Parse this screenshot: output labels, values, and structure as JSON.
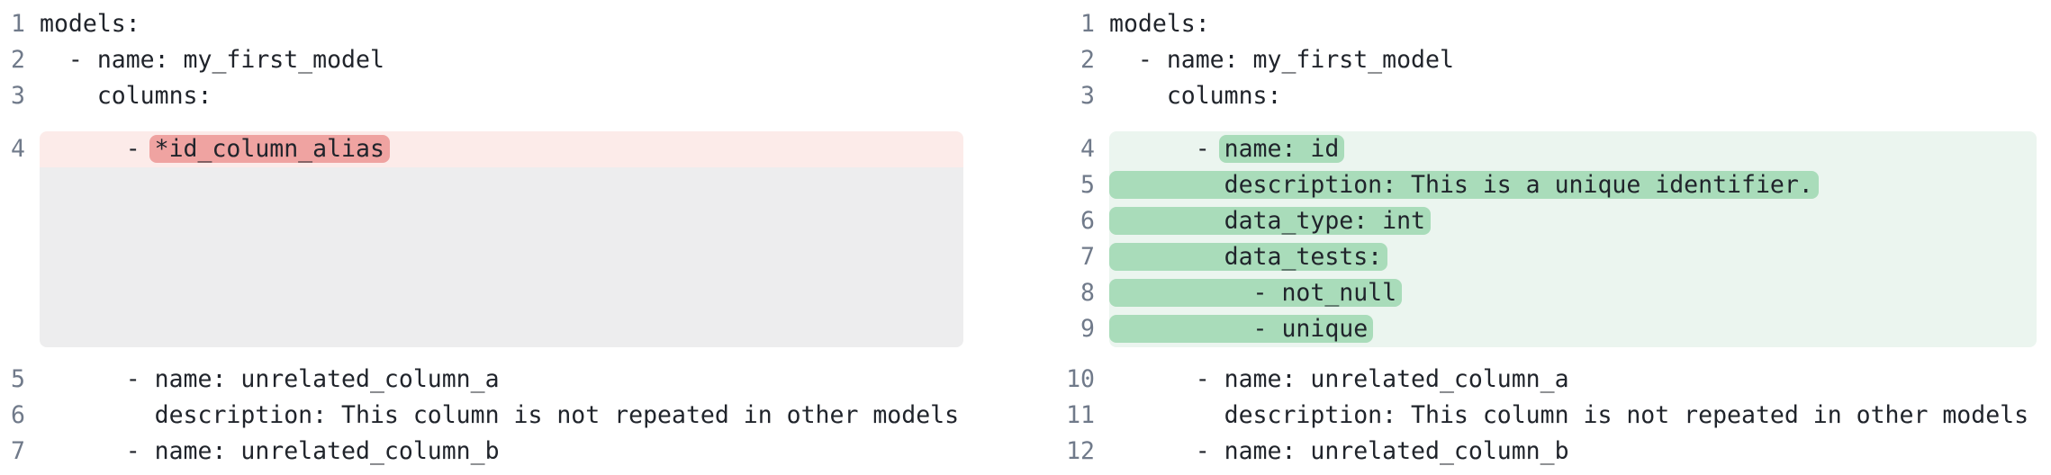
{
  "colors": {
    "removed_line_bg": "#fcebe9",
    "removed_token_bg": "#efa3a1",
    "added_line_bg": "#ebf5ef",
    "added_token_bg": "#a9dcba",
    "filler_bg": "#ededee",
    "code_text": "#20242b",
    "line_number": "#707a8a",
    "page_bg": "#ffffff"
  },
  "diff": {
    "language": "yaml",
    "panes": [
      {
        "name": "before",
        "lines": [
          {
            "num": "1",
            "segments": [
              {
                "t": "models:"
              }
            ]
          },
          {
            "num": "2",
            "segments": [
              {
                "t": "  - name: my_first_model"
              }
            ]
          },
          {
            "num": "3",
            "segments": [
              {
                "t": "    columns:"
              }
            ]
          },
          {
            "num": "4",
            "change": "removed",
            "block": "start",
            "segments": [
              {
                "t": "      - "
              },
              {
                "t": "*id_column_alias",
                "hl": true
              }
            ]
          },
          {
            "filler": true,
            "lines": 5,
            "block": "end"
          },
          {
            "num": "5",
            "segments": [
              {
                "t": "      - name: unrelated_column_a"
              }
            ]
          },
          {
            "num": "6",
            "segments": [
              {
                "t": "        description: This column is not repeated in other models"
              }
            ]
          },
          {
            "num": "7",
            "segments": [
              {
                "t": "      - name: unrelated_column_b"
              }
            ]
          }
        ]
      },
      {
        "name": "after",
        "lines": [
          {
            "num": "1",
            "segments": [
              {
                "t": "models:"
              }
            ]
          },
          {
            "num": "2",
            "segments": [
              {
                "t": "  - name: my_first_model"
              }
            ]
          },
          {
            "num": "3",
            "segments": [
              {
                "t": "    columns:"
              }
            ]
          },
          {
            "num": "4",
            "change": "added",
            "block": "start",
            "segments": [
              {
                "t": "      - "
              },
              {
                "t": "name: id",
                "hl": true
              }
            ]
          },
          {
            "num": "5",
            "change": "added",
            "segments": [
              {
                "t": "        description: This is a unique identifier.",
                "hl": true,
                "full": true
              }
            ]
          },
          {
            "num": "6",
            "change": "added",
            "segments": [
              {
                "t": "        data_type: int",
                "hl": true,
                "full": true
              }
            ]
          },
          {
            "num": "7",
            "change": "added",
            "segments": [
              {
                "t": "        data_tests:",
                "hl": true,
                "full": true
              }
            ]
          },
          {
            "num": "8",
            "change": "added",
            "segments": [
              {
                "t": "          - not_null",
                "hl": true,
                "full": true
              }
            ]
          },
          {
            "num": "9",
            "change": "added",
            "block": "end",
            "segments": [
              {
                "t": "          - unique",
                "hl": true,
                "full": true
              }
            ]
          },
          {
            "num": "10",
            "segments": [
              {
                "t": "      - name: unrelated_column_a"
              }
            ]
          },
          {
            "num": "11",
            "segments": [
              {
                "t": "        description: This column is not repeated in other models"
              }
            ]
          },
          {
            "num": "12",
            "segments": [
              {
                "t": "      - name: unrelated_column_b"
              }
            ]
          }
        ]
      }
    ]
  }
}
